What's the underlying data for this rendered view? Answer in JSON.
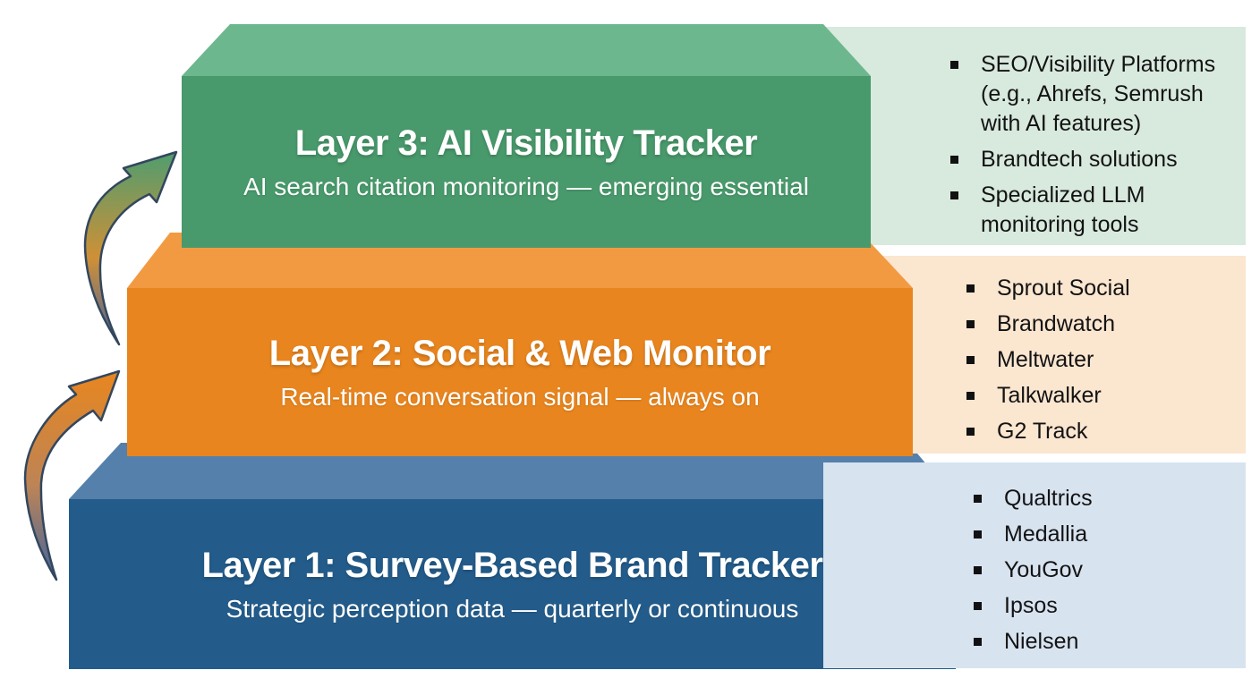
{
  "background_color": "#ffffff",
  "layers": [
    {
      "key": "layer-3",
      "title": "Layer 3: AI Visibility Tracker",
      "subtitle": "AI search citation monitoring — emerging essential",
      "colors": {
        "front": "#48996b",
        "top": "#6db78e",
        "panel": "#d8e9de"
      },
      "tools": [
        "SEO/Visibility Platforms (e.g., Ahrefs, Semrush with AI features)",
        "Brandtech solutions",
        "Specialized LLM monitoring tools"
      ]
    },
    {
      "key": "layer-2",
      "title": "Layer 2: Social & Web Monitor",
      "subtitle": "Real-time conversation signal — always on",
      "colors": {
        "front": "#e8851e",
        "top": "#f29a42",
        "panel": "#fbe6d0"
      },
      "tools": [
        "Sprout Social",
        "Brandwatch",
        "Meltwater",
        "Talkwalker",
        "G2 Track"
      ]
    },
    {
      "key": "layer-1",
      "title": "Layer 1: Survey-Based Brand Tracker",
      "subtitle": "Strategic perception data — quarterly or continuous",
      "colors": {
        "front": "#235c8b",
        "top": "#5580ac",
        "panel": "#d8e3f0"
      },
      "tools": [
        "Qualtrics",
        "Medallia",
        "YouGov",
        "Ipsos",
        "Nielsen"
      ]
    }
  ],
  "arrows": {
    "outline_color": "#33475e",
    "layer2_to_layer3": {
      "tail_color": "#47639c",
      "mid_color": "#cf9036",
      "head_color": "#4f9d6f"
    },
    "layer1_to_layer2": {
      "tail_color": "#41659e",
      "mid_color": "#bd8456",
      "head_color": "#e8861f"
    }
  },
  "list_style": {
    "bullet_color": "#111111",
    "text_color": "#131313"
  }
}
